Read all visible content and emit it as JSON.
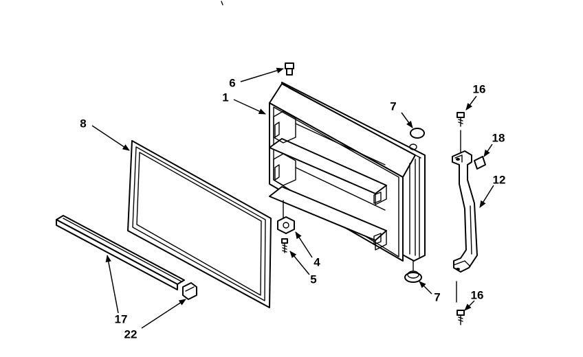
{
  "callouts": {
    "c1": "1",
    "c4": "4",
    "c5": "5",
    "c6": "6",
    "c7_top": "7",
    "c7_bottom": "7",
    "c8": "8",
    "c12": "12",
    "c16_top": "16",
    "c16_bottom": "16",
    "c17": "17",
    "c18": "18",
    "c22": "22"
  }
}
